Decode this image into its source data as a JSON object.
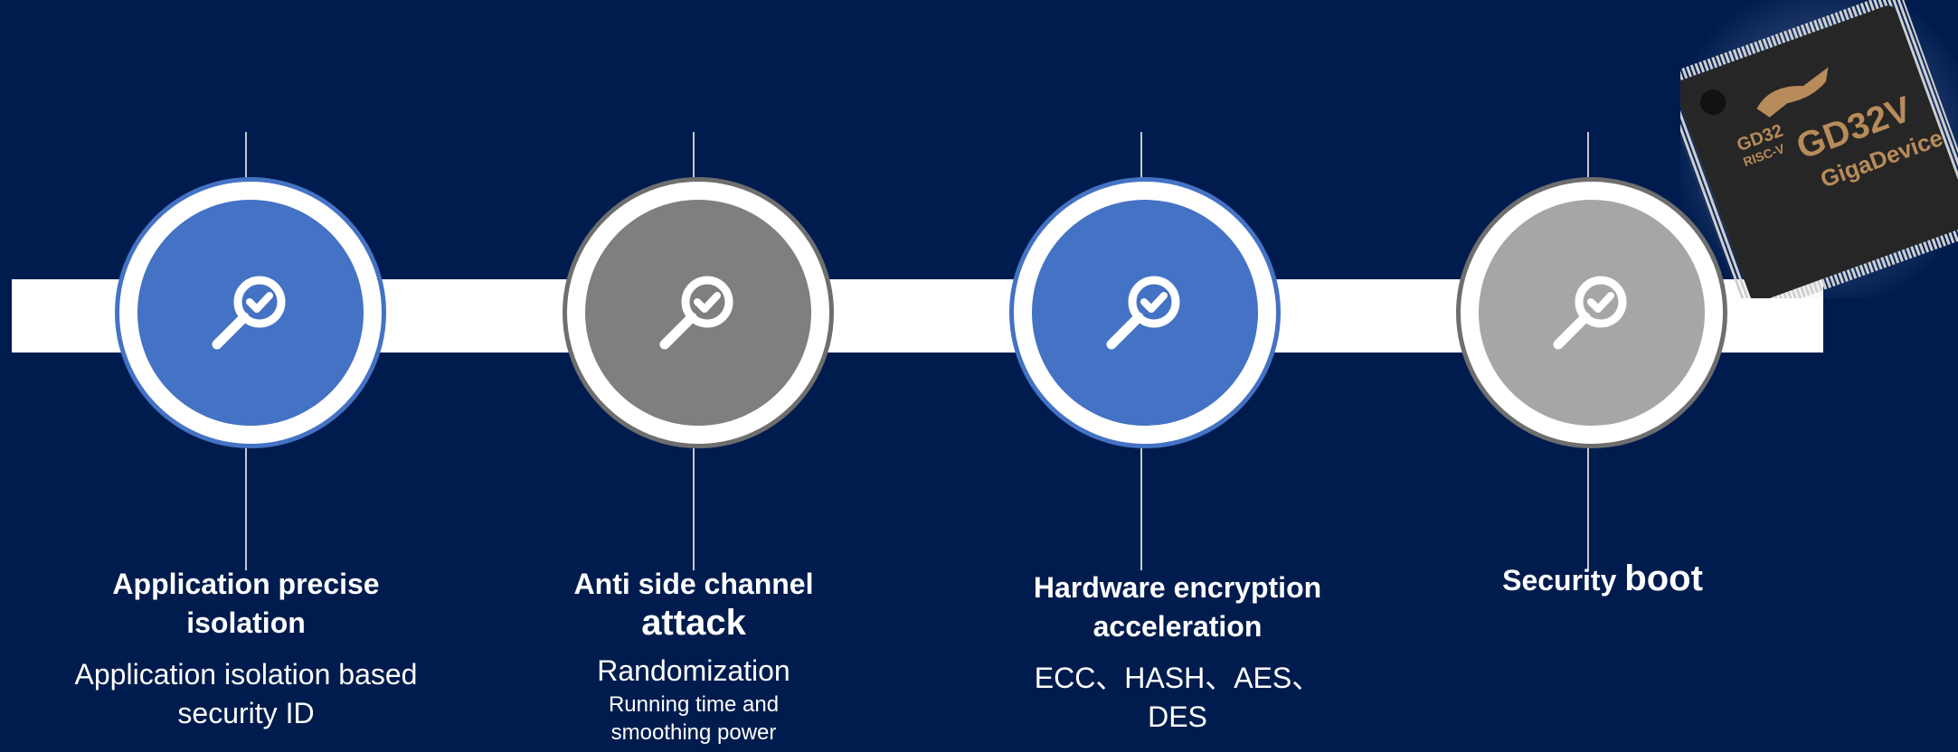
{
  "features": [
    {
      "title": "Application precise isolation",
      "description": "Application isolation based security ID",
      "circle_color": "#4472c4",
      "icon": "search-check-icon"
    },
    {
      "title_part1": "Anti side channel",
      "title_part2": "attack",
      "description": "Randomization",
      "detail": "Running time and smoothing power",
      "circle_color": "#7f7f7f",
      "icon": "search-check-icon"
    },
    {
      "title": "Hardware encryption acceleration",
      "description": "ECC、HASH、AES、DES",
      "circle_color": "#4472c4",
      "icon": "search-check-icon"
    },
    {
      "title_part1": "Security",
      "title_part2": "boot",
      "circle_color": "#a6a6a6",
      "icon": "search-check-icon"
    }
  ],
  "chip": {
    "brand_small": "GD32",
    "sub": "RISC-V",
    "model": "GD32V",
    "maker": "GigaDevice"
  },
  "colors": {
    "background": "#001c4e",
    "band": "#ffffff",
    "accent": "#4472c4"
  }
}
